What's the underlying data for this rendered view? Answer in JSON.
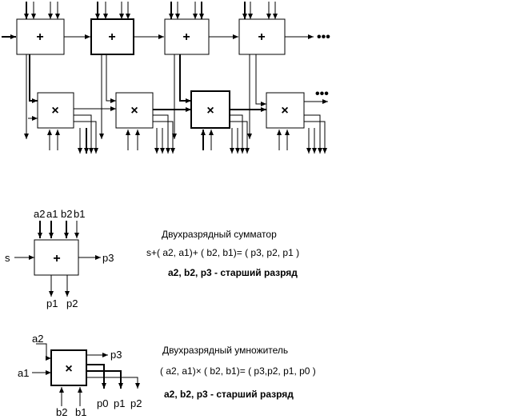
{
  "array": {
    "adder_symbol": "+",
    "multiplier_symbol": "×",
    "continuation": "•••"
  },
  "adder_legend": {
    "inputs": [
      "a2",
      "a1",
      "b2",
      "b1"
    ],
    "carry_in": "s",
    "carry_out": "p3",
    "outputs": [
      "p1",
      "p2"
    ],
    "symbol": "+",
    "title": "Двухразрядный сумматор",
    "formula": "s+( a2, a1)+ ( b2, b1)= ( p3, p2, p1 )",
    "note": "a2, b2, p3 - старший разряд"
  },
  "multiplier_legend": {
    "input_a2": "a2",
    "input_a1": "a1",
    "inputs_bottom": [
      "b2",
      "b1"
    ],
    "output_p3": "p3",
    "outputs_bottom": [
      "p0",
      "p1",
      "p2"
    ],
    "symbol": "×",
    "title": "Двухразрядный умножитель",
    "formula": "( a2, a1)× ( b2, b1)= ( p3,p2, p1, p0 )",
    "note": "a2, b2, p3 - старший разряд"
  }
}
